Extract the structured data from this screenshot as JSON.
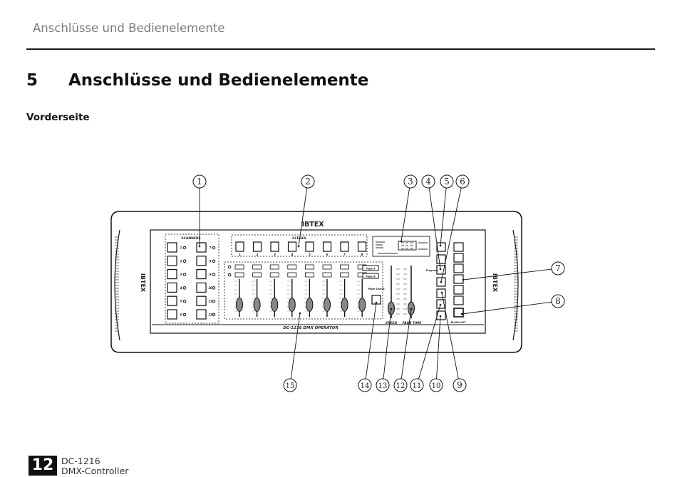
{
  "header": {
    "running_title": "Anschlüsse und Bedienelemente"
  },
  "heading": {
    "number": "5",
    "title": "Anschlüsse und Bedienelemente"
  },
  "subheading": "Vorderseite",
  "figure": {
    "callouts": [
      "1",
      "2",
      "3",
      "4",
      "5",
      "6",
      "7",
      "8",
      "9",
      "10",
      "11",
      "12",
      "13",
      "14",
      "15"
    ],
    "brand": "IBTEX",
    "model_label": "DC-1216 DMX OPERATOR",
    "section_scanners": "SCANNERS",
    "section_scenes": "SCENES",
    "scanner_numbers": [
      "1",
      "2",
      "3",
      "4",
      "5",
      "6",
      "7",
      "8",
      "9",
      "10",
      "11",
      "12"
    ],
    "scene_numbers": [
      "1",
      "2",
      "3",
      "4",
      "5",
      "6",
      "7",
      "8"
    ],
    "page_a": "Page A",
    "page_b": "Page B",
    "page_select": "Page Select",
    "speed": "SPEED",
    "fade_time": "FADE TIME",
    "program": "Program",
    "blackout": "BLACK OUT"
  },
  "footer": {
    "page_number": "12",
    "product": "DC-1216",
    "product_type": "DMX-Controller"
  }
}
